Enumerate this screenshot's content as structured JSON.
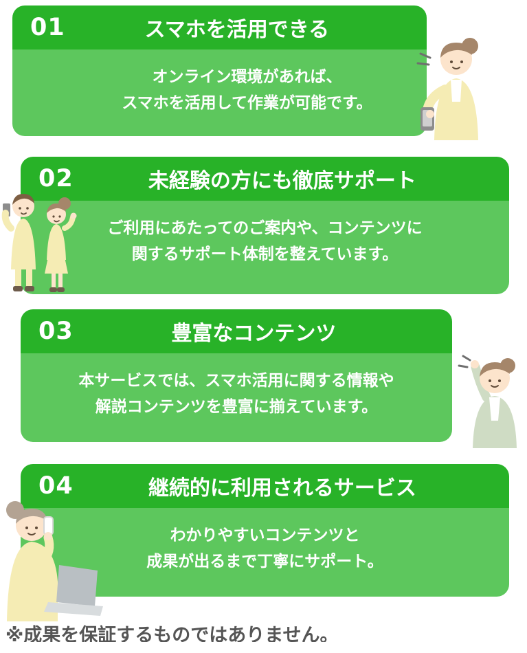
{
  "theme": {
    "header_green": "#28b228",
    "body_green": "#5dc75d",
    "text_color": "#ffffff",
    "footnote_gray": "#555555"
  },
  "cards": [
    {
      "number": "01",
      "title": "スマホを活用できる",
      "body": "オンライン環境があれば、\nスマホを活用して作業が可能です。",
      "illustration": "woman-with-smartphone"
    },
    {
      "number": "02",
      "title": "未経験の方にも徹底サポート",
      "body": "ご利用にあたってのご案内や、コンテンツに\n関するサポート体制を整えています。",
      "illustration": "business-man-and-woman"
    },
    {
      "number": "03",
      "title": "豊富なコンテンツ",
      "body": "本サービスでは、スマホ活用に関する情報や\n解説コンテンツを豊富に揃えています。",
      "illustration": "woman-pointing"
    },
    {
      "number": "04",
      "title": "継続的に利用されるサービス",
      "body": "わかりやすいコンテンツと\n成果が出るまで丁寧にサポート。",
      "illustration": "woman-phone-and-laptop"
    }
  ],
  "footnote": "※成果を保証するものではありません。"
}
